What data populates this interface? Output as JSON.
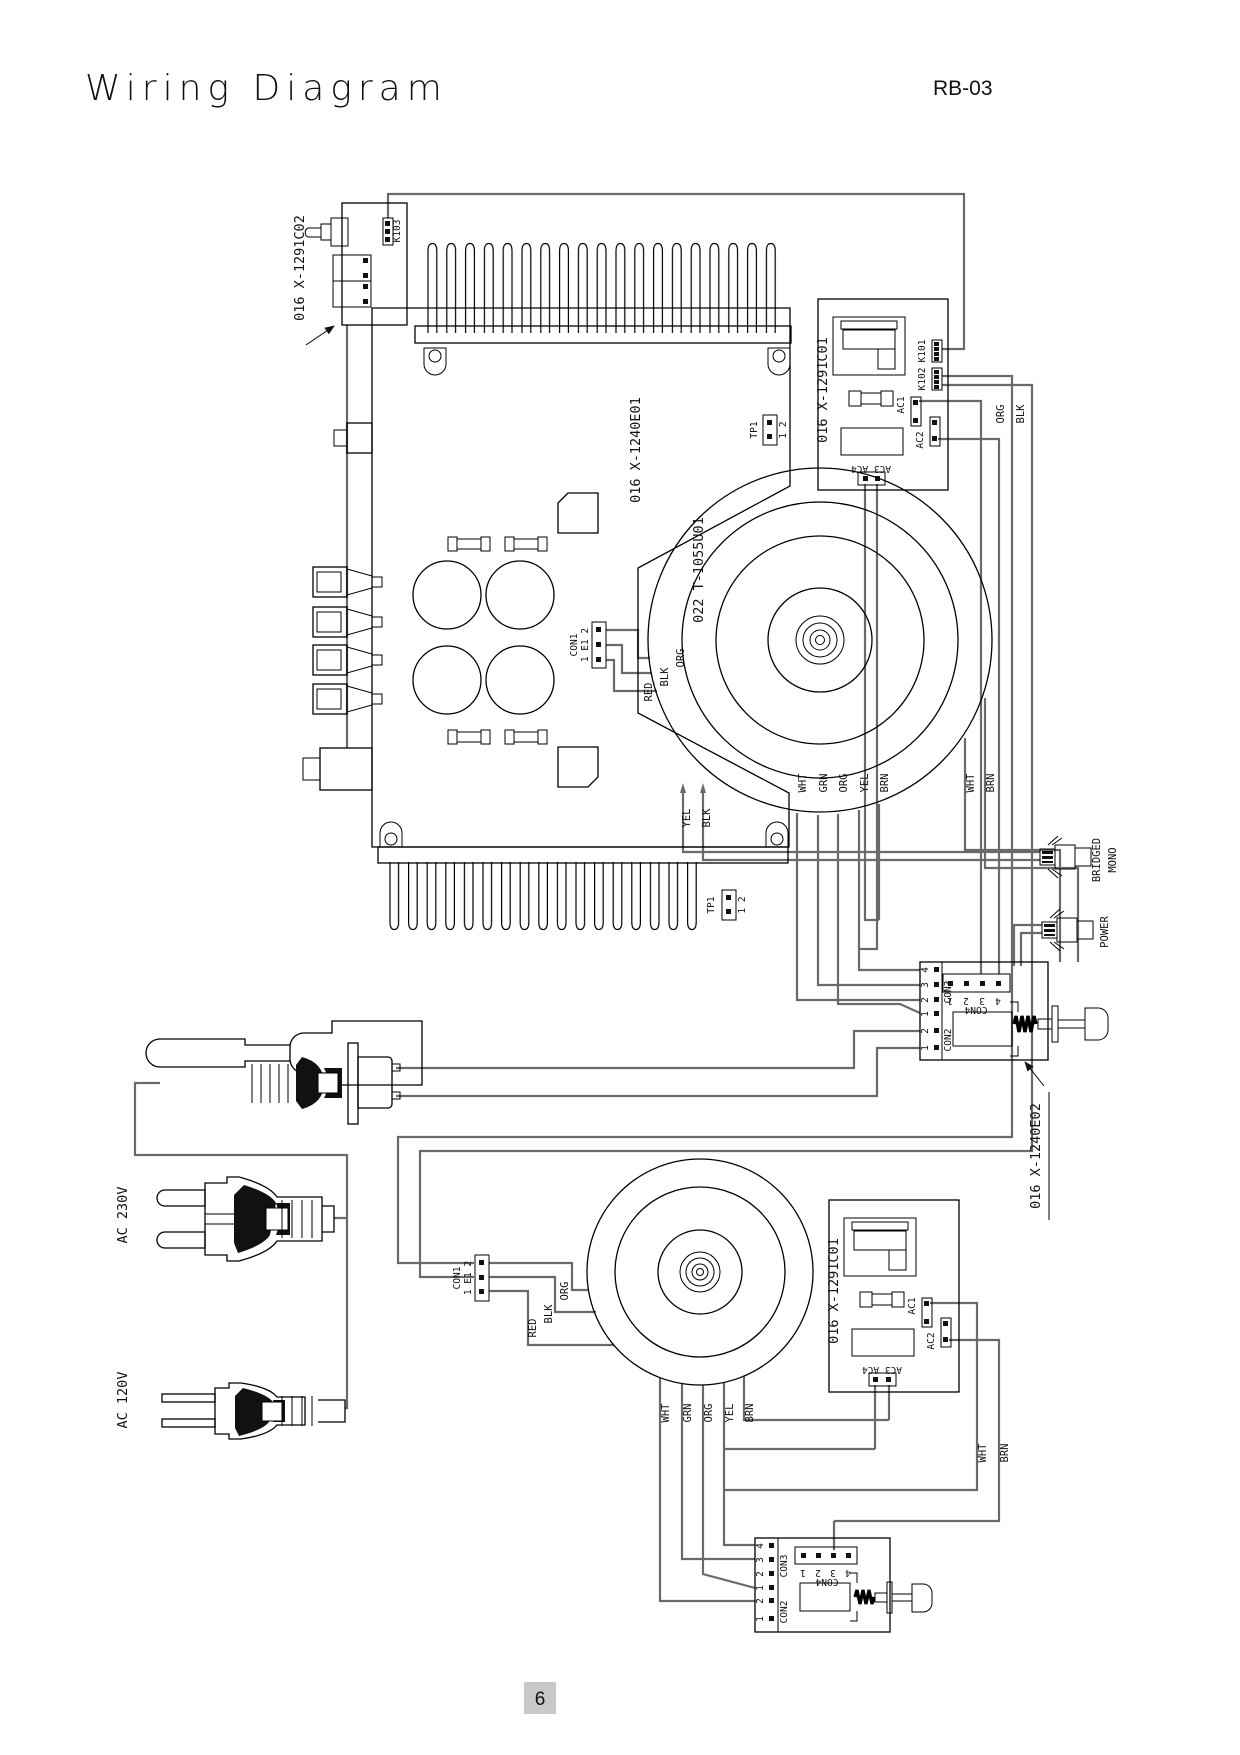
{
  "page": {
    "title": "Wiring Diagram",
    "model": "RB-03",
    "page_number": "6"
  },
  "colors": {
    "line": "#000000",
    "wire": "#6a6a6a",
    "page_box": "#c8c8c8"
  },
  "labels": {
    "board_front": "016 X-1291C02",
    "board_main": "016 X-1240E01",
    "board_ac": "016 X-1291C01",
    "board_switch": "016 X-1240E02",
    "transformer": "022 T-1055U01",
    "k101": "K101",
    "k102": "K102",
    "k103": "K103",
    "ac1": "AC1",
    "ac2": "AC2",
    "ac3_ac4": "AC3 AC4",
    "tp1": "TP1",
    "tp1_pins": "1 2",
    "con1": "CON1",
    "con1_pins": "1 E1 2",
    "con2": "CON2",
    "con3": "CON3",
    "con4": "CON4",
    "red": "RED",
    "blk": "BLK",
    "org": "ORG",
    "wht": "WHT",
    "grn": "GRN",
    "yel": "YEL",
    "brn": "BRN",
    "bridged": "BRIDGED",
    "mono": "MONO",
    "power": "POWER",
    "ac230": "AC 230V",
    "ac120": "AC 120V",
    "p1": "1",
    "p2": "2",
    "p3": "3",
    "p4": "4"
  }
}
